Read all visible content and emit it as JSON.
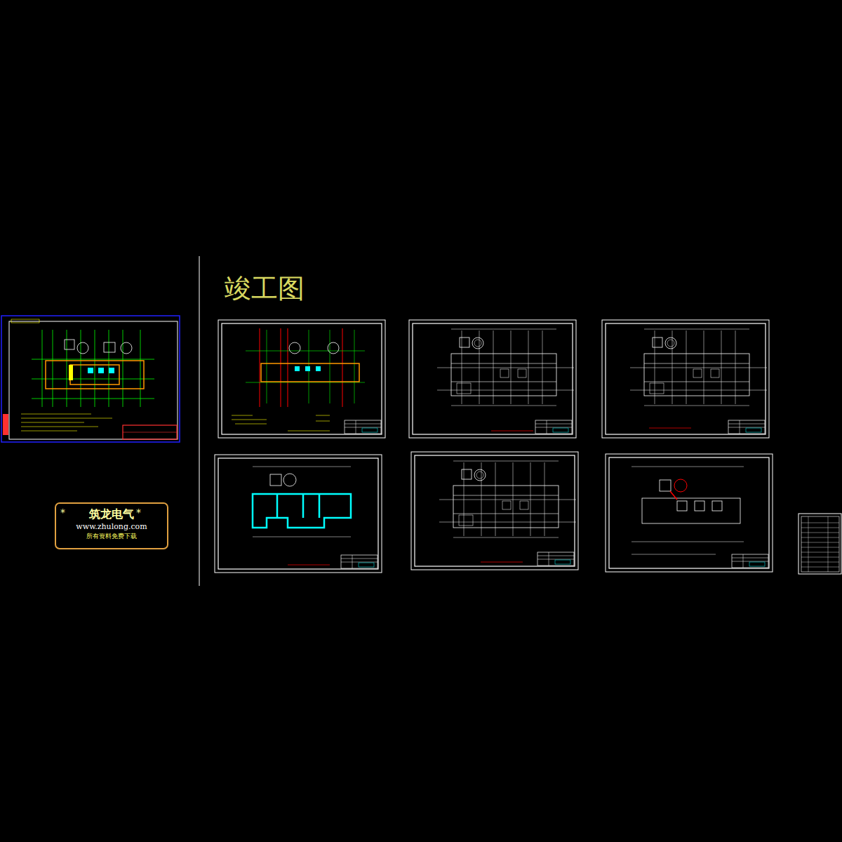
{
  "diagram": {
    "title": "竣工图",
    "nodes": [
      {
        "text": [
          "筑龙电气",
          "www.zhulong.com",
          "所有资料免费下载"
        ]
      }
    ],
    "labels": [
      "*",
      "*"
    ]
  }
}
